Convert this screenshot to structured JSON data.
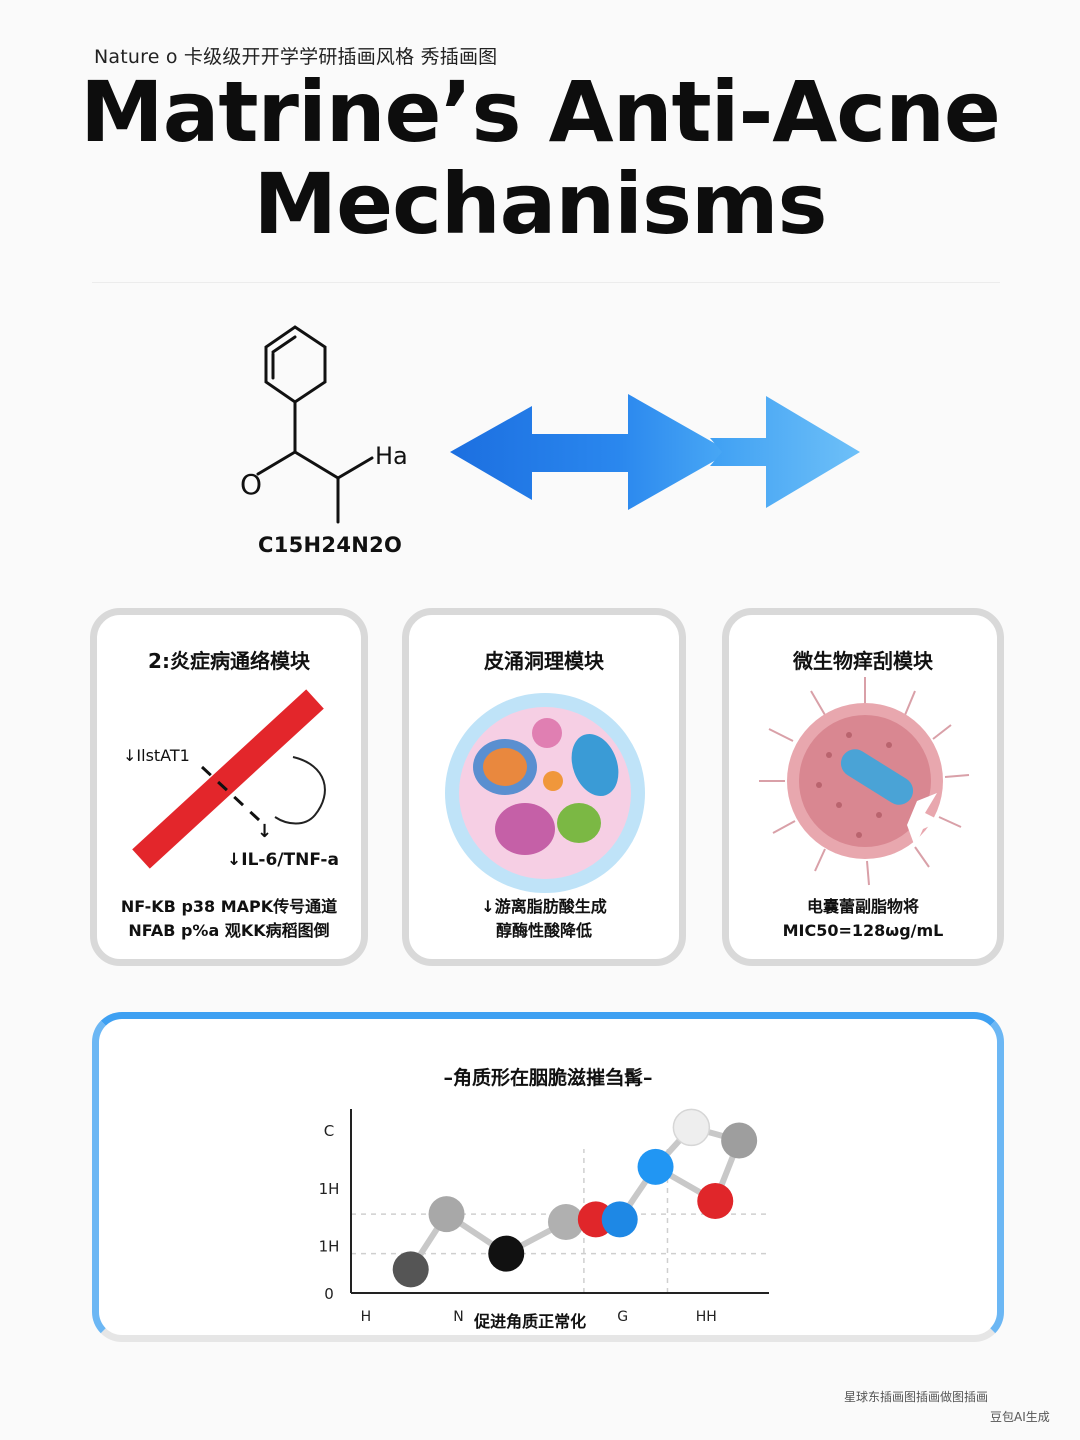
{
  "header": {
    "subtitle": "Nature o 卡级级开开学学研插画风格 秀插画图",
    "title_line1": "Matrine’s Anti-Acne",
    "title_line2": "Mechanisms"
  },
  "molecule": {
    "atom_o": "O",
    "atom_h": "Ha",
    "formula": "C15H24N2O"
  },
  "colors": {
    "arrow_blue": "#1a73e8",
    "bar_red": "#e3262b",
    "card_border": "#d9d9d9",
    "accent_blue": "#3ea0f2"
  },
  "cards": [
    {
      "title": "2:炎症病通络模块",
      "label_top": "↓IlstAT1",
      "label_bottom": "↓IL-6/TNF-a",
      "foot_line1": "NF-KB p38 MAPK传号通道",
      "foot_line2": "NFAB p%a 观KK病稻图倒"
    },
    {
      "title": "皮涌洞理模块",
      "foot_line1": "↓游离脂肪酸生成",
      "foot_line2": "醇酶性酸降低"
    },
    {
      "title": "微生物痒刮模块",
      "foot_line1": "电囊蕾副脂物将",
      "foot_line2": "MIC50=128ωg/mL"
    }
  ],
  "chart": {
    "title": "–角质形在胭脆滋摧刍髯–",
    "x_caption": "促进角质正常化"
  },
  "chart_data": {
    "type": "scatter",
    "title": "–角质形在胭脆滋摧刍髯–",
    "xlabel": "促进角质正常化",
    "ylabel": "",
    "y_tick_labels": [
      "0",
      "1H",
      "1H",
      "C"
    ],
    "x_tick_labels": [
      "H",
      "N",
      "G",
      "HH"
    ],
    "grid": "dashed",
    "series": [
      {
        "points": [
          {
            "x": 1.0,
            "y": 0.45,
            "color": "#555555"
          },
          {
            "x": 1.6,
            "y": 1.5,
            "color": "#a8a8a8"
          },
          {
            "x": 2.6,
            "y": 0.75,
            "color": "#111111"
          },
          {
            "x": 3.6,
            "y": 1.35,
            "color": "#b0b0b0"
          },
          {
            "x": 4.1,
            "y": 1.4,
            "color": "#e0262a"
          },
          {
            "x": 4.5,
            "y": 1.4,
            "color": "#1e88e5"
          },
          {
            "x": 5.1,
            "y": 2.4,
            "color": "#2196f3"
          },
          {
            "x": 5.7,
            "y": 3.15,
            "color": "#eeeeee"
          },
          {
            "x": 6.1,
            "y": 1.75,
            "color": "#e0262a"
          },
          {
            "x": 6.5,
            "y": 2.9,
            "color": "#9e9e9e"
          }
        ]
      }
    ],
    "xlim": [
      0,
      7
    ],
    "ylim": [
      0,
      3.5
    ]
  },
  "footer": {
    "note": "星球东插画图插画做图插画",
    "brand": "豆包AI生成"
  }
}
